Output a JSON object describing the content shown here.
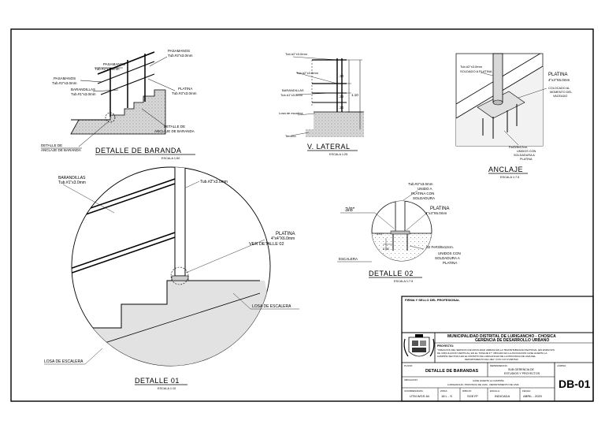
{
  "details": {
    "baranda": {
      "title": "DETALLE DE BARANDA",
      "scale": "ESCALA 1:50",
      "pasamanos_top": "PASAMANOS",
      "pasamanos_top_spec": "Tub.#2\"x3.0mm",
      "pasamanos_mid": "PASAMANOS",
      "pasamanos_mid_spec": "Tub.#2\"x3.0mm",
      "pasamanos_left": "PASAMANOS",
      "pasamanos_left_spec": "Tub.#2\"x3.0mm",
      "barandillas": "BARANDILLAS",
      "barandillas_spec": "Tub.#1\"x3.0mm",
      "platina": "PLATINA",
      "platina_spec": "Tub.#3\"x3.0mm",
      "anclaje_note_1": "DETALLE DE",
      "anclaje_note_2": "ANCLAJE DE BARANDA",
      "detalle_note_1": "DETALLE DE",
      "detalle_note_2": "ANCLAJE DE BARANDA"
    },
    "lateral": {
      "title": "V. LATERAL",
      "scale": "ESCALA 1:25",
      "tub_top": "Tub.#2\"x3.0mm",
      "tub_mid": "Tub.#2\"x3.0mm",
      "barandillas": "BARANDILLAS",
      "barandillas_spec": "Tub.#1\"x3.0mm",
      "losa": "Losa de escalera",
      "terreno": "Terreno",
      "dim1": ".30",
      "dim2": ".30",
      "dim3": ".30",
      "dim_total": "1.10"
    },
    "anclaje": {
      "title": "ANCLAJE",
      "scale": "ESCALA 1:7.5",
      "tub": "Tub.#2\"x3.0mm",
      "tub_note": "SOLDADO A PLATINA",
      "platina": "PLATINA",
      "platina_spec": "4\"x4\"X6.0mm",
      "colocado_1": "COLOCADO AL",
      "colocado_2": "MOMENTO DEL",
      "colocado_3": "VACEADO",
      "fe_1": "Fe#3/8x12cm.",
      "fe_2": "UNIDOS CON",
      "fe_3": "SOLDADURA A",
      "fe_4": "PLATINA"
    },
    "detalle01": {
      "title": "DETALLE 01",
      "scale": "ESCALA 1:10",
      "barandillas": "BARANDILLAS",
      "barandillas_spec": "Tub.#1\"x3.0mm",
      "tub": "Tub.#2\"x3.0mm",
      "platina": "PLATINA",
      "platina_spec": "4\"x4\"X6.0mm",
      "ver": "VER DETALLE 02",
      "losa_right": "LOSA DE ESCALERA",
      "losa_left": "LOSA DE ESCALERA"
    },
    "detalle02": {
      "title": "DETALLE 02",
      "scale": "ESCALA 1:7.5",
      "tub": "Tub.#2\"x3.0mm",
      "unido_1": "UNIDO A",
      "unido_2": "PLATINA CON",
      "unido_3": "SOLDADURA",
      "dim_38": "3/8\"",
      "platina": "PLATINA",
      "platina_spec": "4\"x4\"X6.0mm",
      "dim_07": "0.07",
      "dim_05": "0.05",
      "fe_1": ".02  Fe#3/8x12cm.",
      "fe_2": "UNIDOS CON",
      "fe_3": "SOLDADURA A",
      "fe_4": "PLATINA",
      "escalera": "ESCALERA"
    }
  },
  "titleblock": {
    "firma": "FIRMA Y SELLO DEL PROFESIONAL",
    "municipalidad": "MUNICIPALIDAD DISTRITAL DE LURIGANCHO - CHOSICA",
    "gerencia": "GERENCIA DE DESARROLLO URBANO",
    "proyecto_label": "PROYECTO:",
    "proyecto_1": "\"CREACION DEL SERVICIO DE MOVILIDAD URBANA EN LA TRANSITABILIDAD PEATONAL (EN ESPACIOS",
    "proyecto_2": "DE CIRCULACION VERTICAL) EN EL \"PASAJE 37\" UBICADO EN LA ASOCIACION CASE HUERTA LA",
    "proyecto_3": "CAMPIÑA SECTOR A EN EL DISTRITO DE LURIGANCHO DE LA PROVINCIA DE LIMA DEL",
    "proyecto_4": "DEPARTAMENTO DE LIMA\" CON CUI N°2687810",
    "plano_label": "PLANO:",
    "plano": "DETALLE DE BARANDAS",
    "dependencia_label": "DEPENDENCIA:",
    "dependencia_1": "SUB GERENCIA DE",
    "dependencia_2": "ESTUDIOS Y PROYECTOS",
    "lamina_label": "LÁMINA:",
    "lamina": "DB-01",
    "ubicacion_label": "UBICACION:",
    "ubicacion_1": "CASE HUERTA LA CAMPIÑA",
    "ubicacion_2": "LURIGANCHO, PROVINCIA DE LIMA - DEPARTAMENTO DE LIMA",
    "coord_label": "COORDENADAS:",
    "coord": "UTM WGS 84",
    "zona_label": "ZONA:",
    "zona": "18 L - S",
    "dibujo_label": "DIBUJO:",
    "dibujo": "SGEYP",
    "escala_label": "ESCALA:",
    "escala": "INDICADA",
    "fecha_label": "FECHA:",
    "fecha": "ABRIL - 2020"
  }
}
